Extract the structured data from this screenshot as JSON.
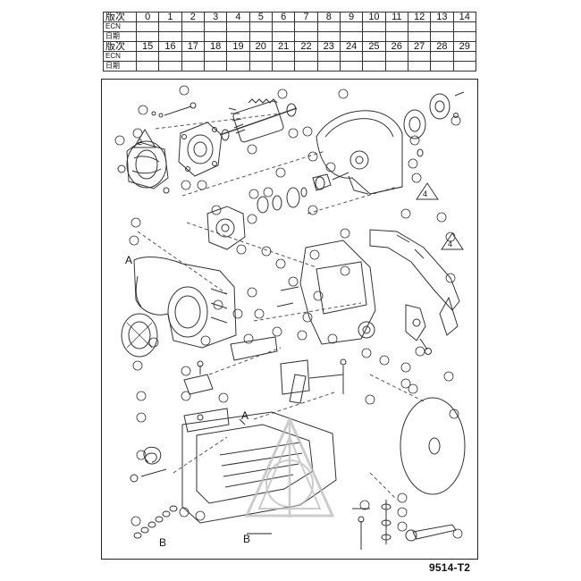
{
  "revision_table": {
    "row_label_rev": "版次",
    "row_label_ecn": "ECN",
    "row_label_date": "日期",
    "top_numbers": [
      "0",
      "1",
      "2",
      "3",
      "4",
      "5",
      "6",
      "7",
      "8",
      "9",
      "10",
      "11",
      "12",
      "13",
      "14"
    ],
    "bottom_numbers": [
      "15",
      "16",
      "17",
      "18",
      "19",
      "20",
      "21",
      "22",
      "23",
      "24",
      "25",
      "26",
      "27",
      "28",
      "29"
    ]
  },
  "callouts": {
    "reference_a": "A",
    "reference_b": "B",
    "note_2": "2",
    "note_4": "4"
  },
  "drawing_number": "9514-T2"
}
